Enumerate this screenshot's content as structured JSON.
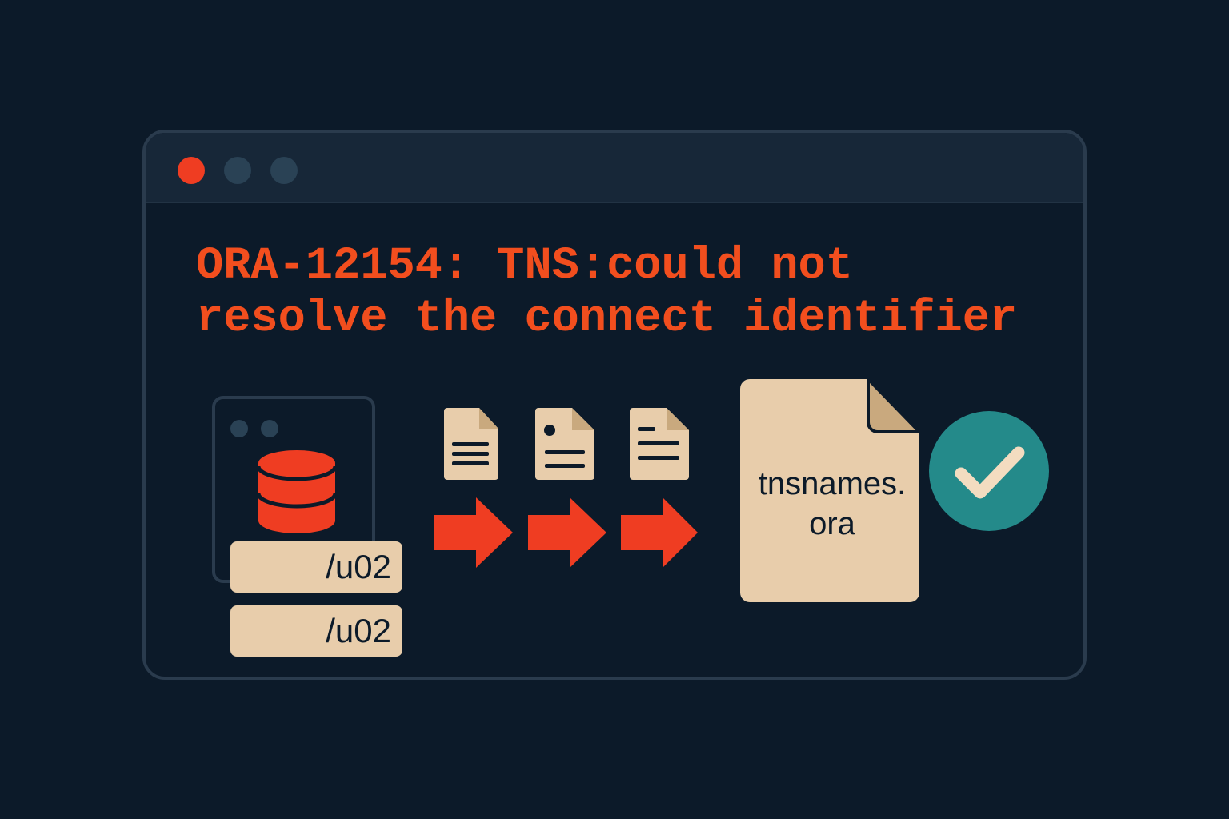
{
  "window": {
    "controls": [
      "close",
      "minimize",
      "maximize"
    ],
    "error_message": {
      "line1": "ORA-12154: TNS:could not",
      "line2": "resolve the connect identifier"
    }
  },
  "diagram": {
    "database_paths": [
      "/u02",
      "/u02"
    ],
    "documents": [
      "document-lines-icon",
      "document-image-icon",
      "document-text-icon"
    ],
    "arrows": 3,
    "config_file": {
      "line1": "tnsnames.",
      "line2": "ora"
    },
    "status_icon": "check-circle-icon"
  },
  "colors": {
    "background": "#0c1a29",
    "error_text": "#f24e1e",
    "close_dot": "#ef3d22",
    "paper": "#e8cdab",
    "success": "#248a8a"
  }
}
